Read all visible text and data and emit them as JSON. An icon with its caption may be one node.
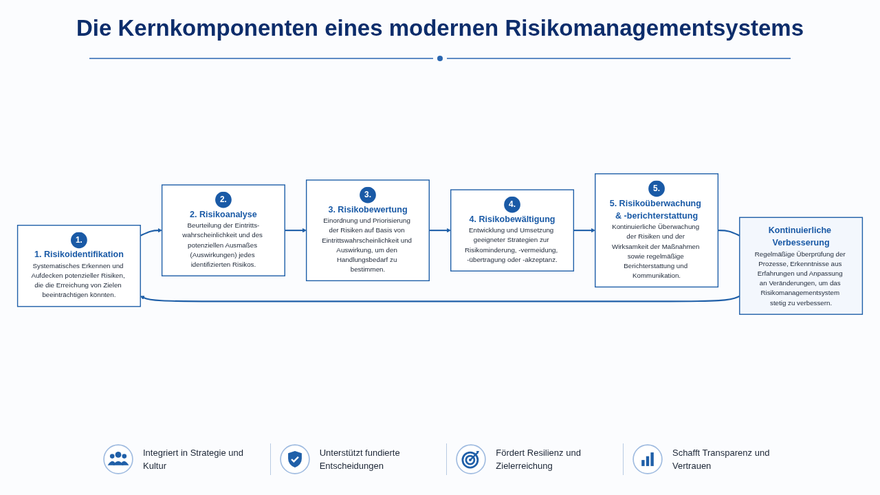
{
  "diagram": {
    "title": "Die Kernkomponenten eines modernen Risikomanagementsystems",
    "nodes": [
      {
        "text": [
          "1.",
          "1. Risikoidentifikation",
          "Systematisches Erkennen und Aufdecken potenzieller Risiken, die die Erreichung von Zielen beeinträchtigen könnten."
        ]
      },
      {
        "text": [
          "2.",
          "2. Risikoanalyse",
          "Beurteilung der Eintritts-wahrscheinlichkeit und des potenziellen Ausmaßes (Auswirkungen) jedes identifizierten Risikos."
        ]
      },
      {
        "text": [
          "3.",
          "3. Risikobewertung",
          "Einordnung und Priorisierung der Risiken auf Basis von Eintrittswahrscheinlichkeit und Auswirkung, um den Handlungsbedarf zu bestimmen."
        ]
      },
      {
        "text": [
          "4.",
          "4. Risikobewältigung",
          "Entwicklung und Umsetzung geeigneter Strategien zur Risikominderung, -vermeidung, -übertragung oder -akzeptanz."
        ]
      },
      {
        "text": [
          "5.",
          "5. Risikoüberwachung & -berichterstattung",
          "Kontinuierliche Überwachung der Risiken und der Wirksamkeit der Maßnahmen sowie regelmäßige Berichterstattung und Kommunikation."
        ]
      },
      {
        "text": [
          "Kontinuierliche Verbesserung",
          "Regelmäßige Überprüfung der Prozesse, Erkenntnisse aus Erfahrungen und Anpassung an Veränderungen, um das Risikomanagementsystem stetig zu verbessern."
        ]
      }
    ],
    "edges": [
      {
        "from": 0,
        "to": 1,
        "arrow": "to"
      },
      {
        "from": 1,
        "to": 2,
        "arrow": "to"
      },
      {
        "from": 2,
        "to": 3,
        "arrow": "to"
      },
      {
        "from": 3,
        "to": 4,
        "arrow": "to"
      },
      {
        "from": 4,
        "to": 5,
        "arrow": "none"
      },
      {
        "from": 5,
        "to": 0,
        "arrow": "to"
      }
    ],
    "labels": [
      "Integriert in Strategie und Kultur",
      "Unterstützt fundierte Entscheidungen",
      "Fördert Resilienz und Zielerreichung",
      "Schafft Transparenz und Vertrauen"
    ]
  }
}
